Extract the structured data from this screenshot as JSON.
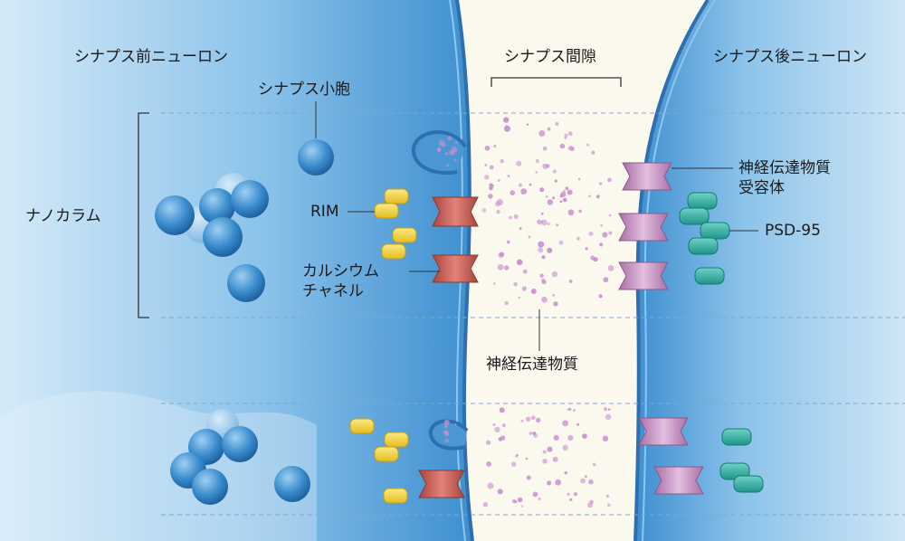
{
  "labels": {
    "presynaptic_neuron": "シナプス前ニューロン",
    "synaptic_cleft": "シナプス間隙",
    "postsynaptic_neuron": "シナプス後ニューロン",
    "synaptic_vesicle": "シナプス小胞",
    "nanocolumn": "ナノカラム",
    "rim": "RIM",
    "calcium_channel_line1": "カルシウム",
    "calcium_channel_line2": "チャネル",
    "neurotransmitter": "神経伝達物質",
    "receptor_line1": "神経伝達物質",
    "receptor_line2": "受容体",
    "psd95": "PSD-95"
  },
  "colors": {
    "neuron_fill": "#5aa6dc",
    "neuron_light": "#cfe6f6",
    "membrane": "#2e6fb0",
    "cleft": "#fbf8ee",
    "vesicle": "#2f7fc4",
    "rim": "#f2d33a",
    "calcium_channel": "#d2685f",
    "receptor": "#c995c6",
    "psd95": "#2fb1a4",
    "neurotransmitter": "#c98fcf"
  }
}
